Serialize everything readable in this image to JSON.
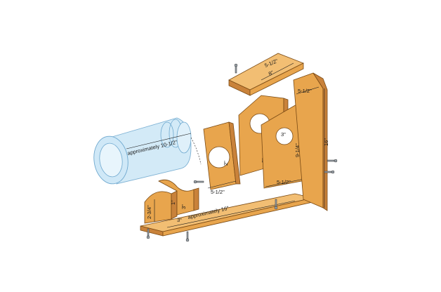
{
  "labels": {
    "roof_width": "5-1/2\"",
    "roof_length": "8\"",
    "back_width": "5-1/2\"",
    "back_height": "16\"",
    "front_hole": "3\"",
    "front_height": "9-1/4\"",
    "inner_height": "8\"",
    "front_width": "5-1/2\"",
    "jar_length": "approximately 10-1/2\"",
    "ring_height": "2\"",
    "ring_width": "5-1/2\"",
    "cradle_height": "2-3/4\"",
    "cradle_gap": "1\"",
    "cradle_depth": "3\"",
    "cradle_width": "3\"",
    "base_length": "approximately 16\""
  },
  "colors": {
    "wood_face": "#e8a54d",
    "wood_side": "#c9823a",
    "wood_top": "#f2be73",
    "glass": "#cfe8f7",
    "outline": "#7a4a14"
  }
}
